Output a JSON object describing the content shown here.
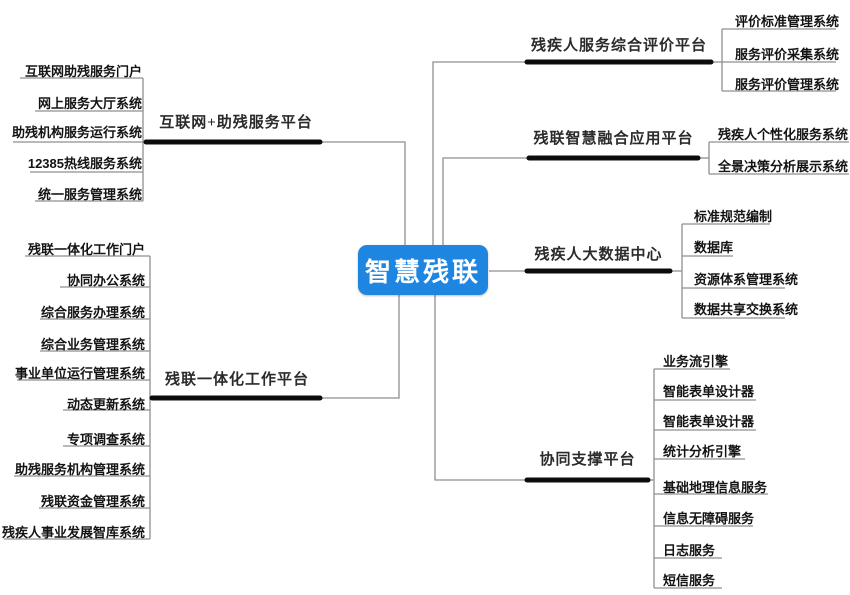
{
  "colors": {
    "center_bg": "#1e86e0",
    "center_text": "#ffffff",
    "line_thin": "#8f8f8f",
    "line_thick": "#0c0c0c",
    "text": "#141414"
  },
  "mindmap": {
    "center": "智慧残联",
    "left_branches": [
      {
        "label": "互联网+助残服务平台",
        "children": [
          "互联网助残服务门户",
          "网上服务大厅系统",
          "助残机构服务运行系统",
          "12385热线服务系统",
          "统一服务管理系统"
        ]
      },
      {
        "label": "残联一体化工作平台",
        "children": [
          "残联一体化工作门户",
          "协同办公系统",
          "综合服务办理系统",
          "综合业务管理系统",
          "事业单位运行管理系统",
          "动态更新系统",
          "专项调查系统",
          "助残服务机构管理系统",
          "残联资金管理系统",
          "残疾人事业发展智库系统"
        ]
      }
    ],
    "right_branches": [
      {
        "label": "残疾人服务综合评价平台",
        "children": [
          "评价标准管理系统",
          "服务评价采集系统",
          "服务评价管理系统"
        ]
      },
      {
        "label": "残联智慧融合应用平台",
        "children": [
          "残疾人个性化服务系统",
          "全景决策分析展示系统"
        ]
      },
      {
        "label": "残疾人大数据中心",
        "children": [
          "标准规范编制",
          "数据库",
          "资源体系管理系统",
          "数据共享交换系统"
        ]
      },
      {
        "label": "协同支撑平台",
        "children": [
          "业务流引擎",
          "智能表单设计器",
          "智能表单设计器",
          "统计分析引擎",
          "基础地理信息服务",
          "信息无障碍服务",
          "日志服务",
          "短信服务"
        ]
      }
    ]
  }
}
